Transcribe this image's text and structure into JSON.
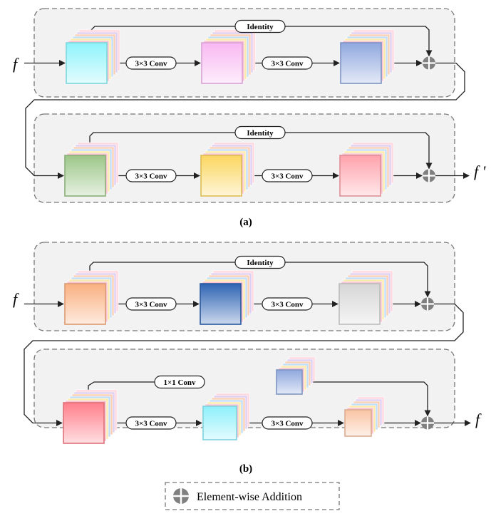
{
  "panels": [
    {
      "caption": "(a)",
      "input_label": "f",
      "output_label": "f '",
      "blocks": [
        {
          "skip_label": "Identity",
          "conv1_label": "3×3 Conv",
          "conv2_label": "3×3 Conv",
          "colors": [
            "#8ef4fb",
            "#f8b8f2",
            "#90a8de"
          ]
        },
        {
          "skip_label": "Identity",
          "conv1_label": "3×3 Conv",
          "conv2_label": "3×3 Conv",
          "colors": [
            "#9cc688",
            "#fbd660",
            "#ffa2ac"
          ]
        }
      ]
    },
    {
      "caption": "(b)",
      "input_label": "f",
      "output_label": "f",
      "blocks": [
        {
          "skip_label": "Identity",
          "conv1_label": "3×3 Conv",
          "conv2_label": "3×3 Conv",
          "colors": [
            "#f9b080",
            "#2f64b4",
            "#d6d6d6"
          ]
        },
        {
          "skip_label": "1×1 Conv",
          "conv1_label": "3×3 Conv",
          "conv2_label": "3×3 Conv",
          "colors": [
            "#ff7f8a",
            "#8ef0fb",
            "#f9c4a4",
            "#90a8de"
          ]
        }
      ]
    }
  ],
  "legend": {
    "label": "Element-wise Addition",
    "icon": "plus-circle-icon",
    "icon_color": "#808080"
  }
}
